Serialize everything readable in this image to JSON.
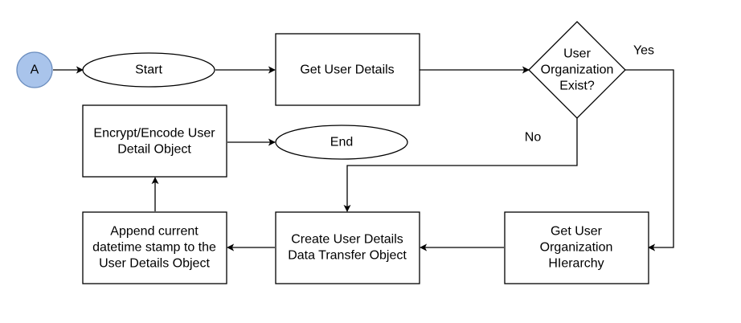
{
  "connector_node": {
    "label": "A",
    "fill": "#a9c4eb",
    "stroke": "#6c8ebf"
  },
  "nodes": {
    "start": {
      "label": "Start"
    },
    "get_user_details": {
      "label": "Get User Details"
    },
    "decision": {
      "line1": "User",
      "line2": "Organization",
      "line3": "Exist?"
    },
    "get_hierarchy": {
      "line1": "Get User",
      "line2": "Organization",
      "line3": "HIerarchy"
    },
    "create_dto": {
      "line1": "Create User Details",
      "line2": "Data Transfer Object"
    },
    "append_timestamp": {
      "line1": "Append current",
      "line2": "datetime stamp to the",
      "line3": "User Details Object"
    },
    "encrypt_encode": {
      "line1": "Encrypt/Encode User",
      "line2": "Detail Object"
    },
    "end": {
      "label": "End"
    }
  },
  "edge_labels": {
    "yes": "Yes",
    "no": "No"
  }
}
